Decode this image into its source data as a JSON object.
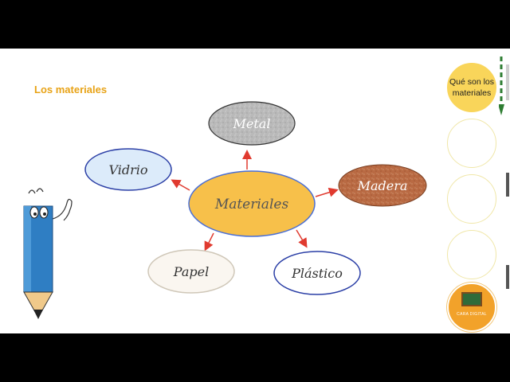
{
  "page": {
    "title": "Los materiales"
  },
  "mindmap": {
    "center": "Materiales",
    "nodes": [
      {
        "id": "metal",
        "label": "Metal"
      },
      {
        "id": "madera",
        "label": "Madera"
      },
      {
        "id": "plastico",
        "label": "Plástico"
      },
      {
        "id": "papel",
        "label": "Papel"
      },
      {
        "id": "vidrio",
        "label": "Vidrio"
      }
    ]
  },
  "side_nav": {
    "items": [
      {
        "label": "Qué son los materiales",
        "active": true
      },
      {
        "label": "",
        "active": false
      },
      {
        "label": "",
        "active": false
      },
      {
        "label": "",
        "active": false
      }
    ],
    "logo_text": "CARA DIGITAL"
  },
  "colors": {
    "title": "#e8a317",
    "center_fill": "#f7c04a",
    "arrow": "#e03a2f",
    "nav_active": "#f9d55a",
    "logo_bg": "#f2a22a"
  }
}
